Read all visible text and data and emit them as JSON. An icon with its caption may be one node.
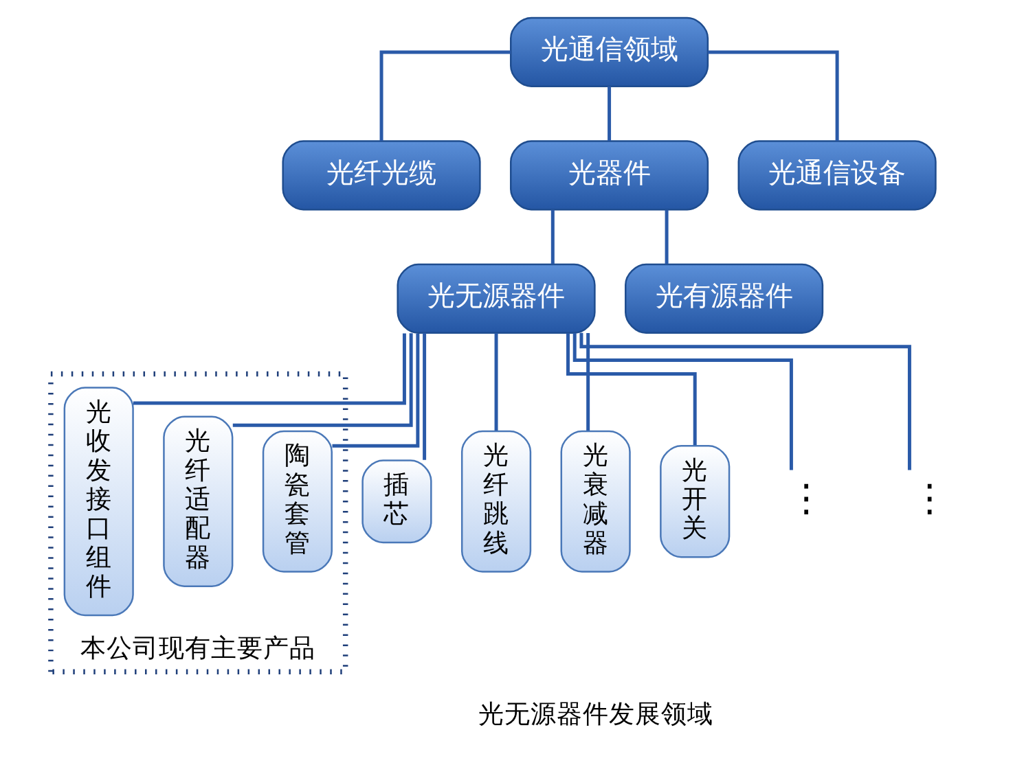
{
  "diagram": {
    "nodes": [
      {
        "text": [
          "光通信领域"
        ]
      },
      {
        "text": [
          "光纤光缆"
        ]
      },
      {
        "text": [
          "光器件"
        ]
      },
      {
        "text": [
          "光通信设备"
        ]
      },
      {
        "text": [
          "光无源器件"
        ]
      },
      {
        "text": [
          "光有源器件"
        ]
      },
      {
        "text": [
          "本公司现有主要产品"
        ]
      },
      {
        "text": [
          "陶瓷套管"
        ],
        "in": 6
      },
      {
        "text": [
          "光纤适配器"
        ],
        "in": 6
      },
      {
        "text": [
          "光收发接口组件"
        ],
        "in": 6
      },
      {
        "text": [
          "插芯"
        ]
      },
      {
        "text": [
          "光纤跳线"
        ]
      },
      {
        "text": [
          "光衰减器"
        ]
      },
      {
        "text": [
          "光开关"
        ]
      },
      {
        "text": [
          "⋮"
        ]
      },
      {
        "text": [
          "⋮"
        ]
      }
    ],
    "edges": [
      {
        "from": 0,
        "to": 1,
        "arrow": "none"
      },
      {
        "from": 0,
        "to": 2,
        "arrow": "none"
      },
      {
        "from": 0,
        "to": 3,
        "arrow": "none"
      },
      {
        "from": 2,
        "to": 4,
        "arrow": "none"
      },
      {
        "from": 2,
        "to": 5,
        "arrow": "none"
      },
      {
        "from": 4,
        "to": 7,
        "arrow": "none"
      },
      {
        "from": 4,
        "to": 8,
        "arrow": "none"
      },
      {
        "from": 4,
        "to": 9,
        "arrow": "none"
      },
      {
        "from": 4,
        "to": 10,
        "arrow": "none"
      },
      {
        "from": 4,
        "to": 11,
        "arrow": "none"
      },
      {
        "from": 4,
        "to": 12,
        "arrow": "none"
      },
      {
        "from": 4,
        "to": 13,
        "arrow": "none"
      },
      {
        "from": 4,
        "to": 14,
        "arrow": "none"
      },
      {
        "from": 4,
        "to": 15,
        "arrow": "none"
      }
    ],
    "labels": [
      "光无源器件发展领域"
    ]
  }
}
